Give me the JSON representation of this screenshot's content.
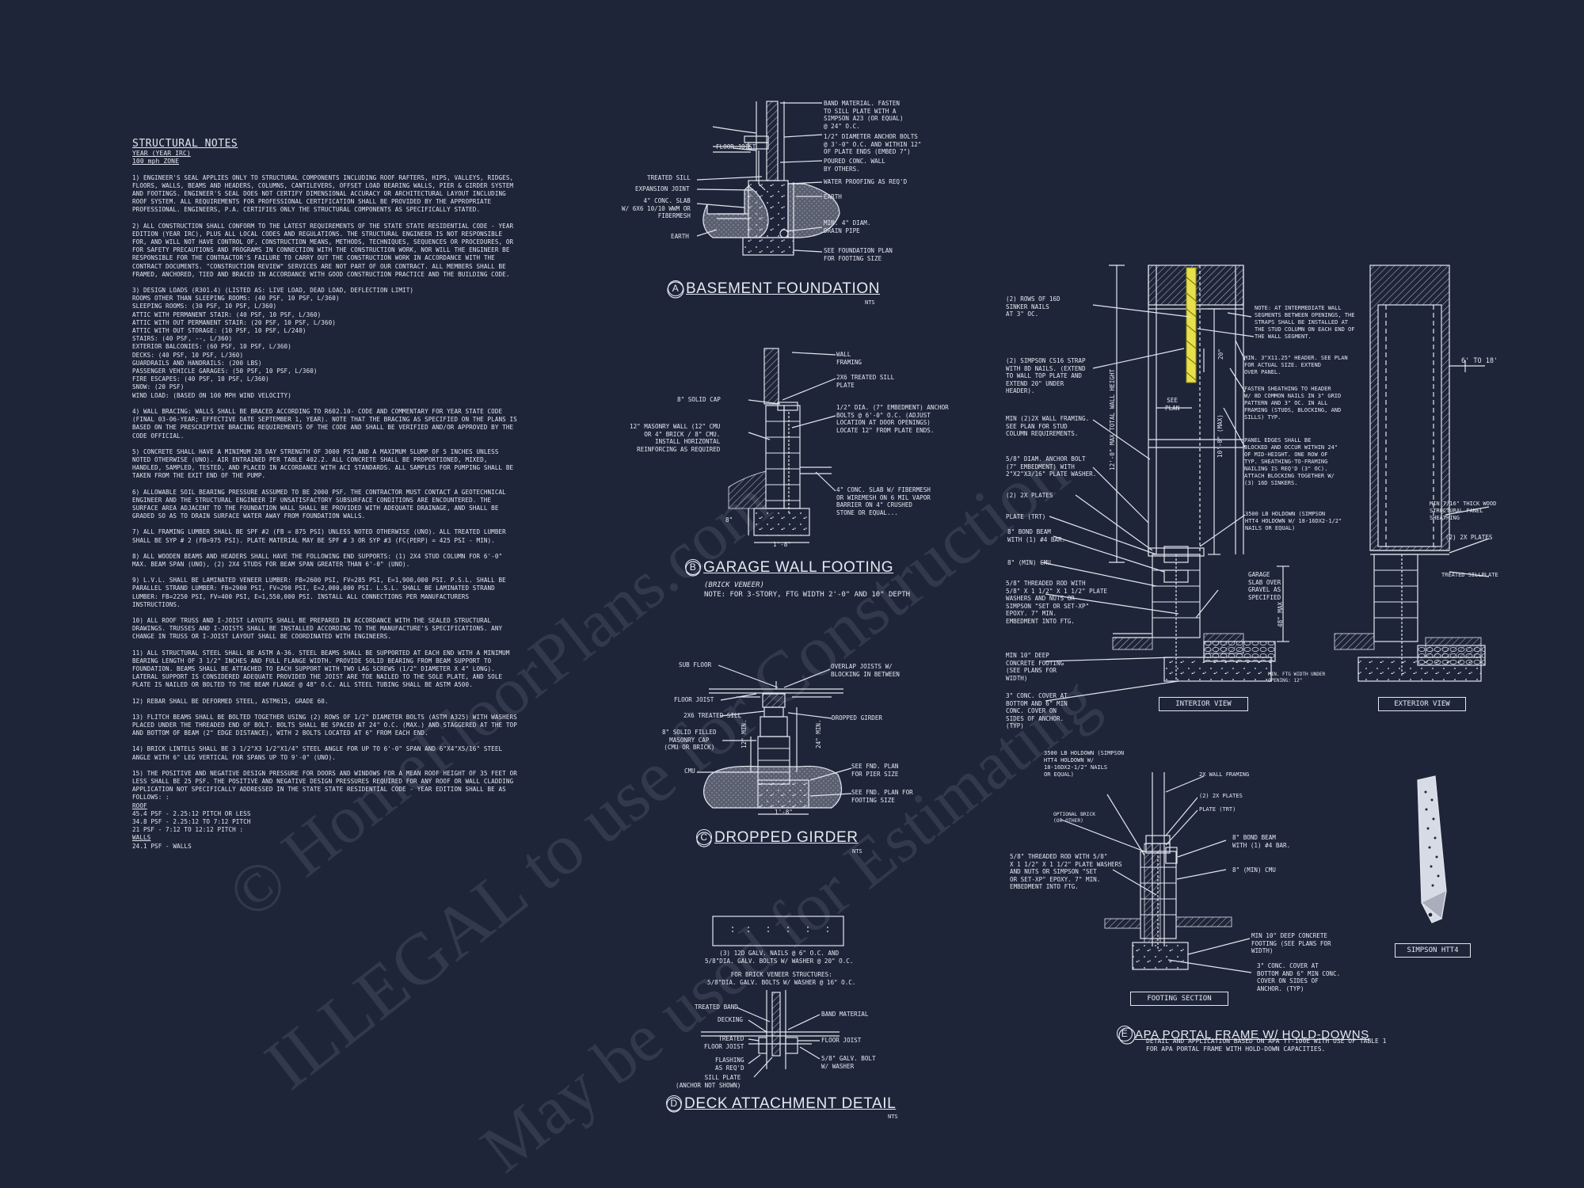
{
  "notes": {
    "title": "STRUCTURAL NOTES",
    "year": "YEAR (YEAR IRC)",
    "zone": "100 mph ZONE",
    "paragraphs": [
      "1) ENGINEER'S SEAL APPLIES ONLY TO STRUCTURAL COMPONENTS INCLUDING ROOF RAFTERS, HIPS, VALLEYS, RIDGES, FLOORS, WALLS, BEAMS AND HEADERS, COLUMNS, CANTILEVERS, OFFSET LOAD BEARING WALLS, PIER & GIRDER SYSTEM AND FOOTINGS. ENGINEER'S SEAL DOES NOT CERTIFY DIMENSIONAL ACCURACY OR ARCHITECTURAL LAYOUT INCLUDING ROOF SYSTEM. ALL REQUIREMENTS FOR PROFESSIONAL CERTIFICATION SHALL BE PROVIDED BY THE APPROPRIATE PROFESSIONAL. ENGINEERS, P.A. CERTIFIES ONLY THE STRUCTURAL COMPONENTS AS SPECIFICALLY STATED.",
      "2) ALL CONSTRUCTION SHALL CONFORM TO THE LATEST REQUIREMENTS OF THE STATE STATE RESIDENTIAL CODE - YEAR EDITION (YEAR IRC), PLUS ALL LOCAL CODES AND REGULATIONS. THE STRUCTURAL ENGINEER IS NOT RESPONSIBLE FOR, AND WILL NOT HAVE CONTROL OF, CONSTRUCTION MEANS, METHODS, TECHNIQUES, SEQUENCES OR PROCEDURES, OR FOR SAFETY PRECAUTIONS AND PROGRAMS IN CONNECTION WITH THE CONSTRUCTION WORK, NOR WILL THE ENGINEER BE RESPONSIBLE FOR THE CONTRACTOR'S FAILURE TO CARRY OUT THE CONSTRUCTION WORK IN ACCORDANCE WITH THE CONTRACT DOCUMENTS. \"CONSTRUCTION REVIEW\" SERVICES ARE NOT PART OF OUR CONTRACT. ALL MEMBERS SHALL BE FRAMED, ANCHORED, TIED AND BRACED IN ACCORDANCE WITH GOOD CONSTRUCTION PRACTICE AND THE BUILDING CODE."
    ],
    "loads_title": "3) DESIGN LOADS (R301.4) (LISTED AS: LIVE LOAD, DEAD LOAD, DEFLECTION LIMIT)",
    "loads": [
      "ROOMS OTHER THAN SLEEPING ROOMS: (40 PSF, 10 PSF, L/360)",
      "SLEEPING ROOMS: (30 PSF, 10 PSF, L/360)",
      "ATTIC WITH PERMANENT STAIR: (40 PSF, 10 PSF, L/360)",
      "ATTIC WITH OUT PERMANENT STAIR: (20 PSF, 10 PSF, L/360)",
      "ATTIC WITH OUT STORAGE: (10 PSF, 10 PSF, L/240)",
      "STAIRS: (40 PSF, --, L/360)",
      "EXTERIOR BALCONIES: (60 PSF, 10 PSF, L/360)",
      "DECKS: (40 PSF, 10 PSF, L/360)",
      "GUARDRAILS AND HANDRAILS: (200 LBS)",
      "PASSENGER VEHICLE GARAGES: (50 PSF, 10 PSF, L/360)",
      "FIRE ESCAPES: (40 PSF, 10 PSF, L/360)",
      "SNOW: (20 PSF)",
      "WIND LOAD: (BASED ON 100 MPH WIND VELOCITY)"
    ],
    "paragraphs2": [
      "4) WALL BRACING: WALLS SHALL BE BRACED ACCORDING TO R602.10- CODE AND COMMENTARY FOR YEAR STATE CODE (FINAL 03-06-YEAR; EFFECTIVE DATE SEPTEMBER 1, YEAR). NOTE THAT THE BRACING AS SPECIFIED ON THE PLANS IS BASED ON THE PRESCRIPTIVE BRACING REQUIREMENTS OF THE CODE AND SHALL BE VERIFIED AND/OR APPROVED BY THE CODE OFFICIAL.",
      "5) CONCRETE SHALL HAVE A MINIMUM 28 DAY STRENGTH OF 3000 PSI AND A MAXIMUM SLUMP OF 5 INCHES UNLESS NOTED OTHERWISE (UNO). AIR ENTRAINED PER TABLE 402.2. ALL CONCRETE SHALL BE PROPORTIONED, MIXED, HANDLED, SAMPLED, TESTED, AND PLACED IN ACCORDANCE WITH ACI STANDARDS. ALL SAMPLES FOR PUMPING SHALL BE TAKEN FROM THE EXIT END OF THE PUMP.",
      "6) ALLOWABLE SOIL BEARING PRESSURE ASSUMED TO BE 2000 PSF. THE CONTRACTOR MUST CONTACT A GEOTECHNICAL ENGINEER AND THE STRUCTURAL ENGINEER IF UNSATISFACTORY SUBSURFACE CONDITIONS ARE ENCOUNTERED. THE SURFACE AREA ADJACENT TO THE FOUNDATION WALL SHALL BE PROVIDED WITH ADEQUATE DRAINAGE, AND SHALL BE GRADED SO AS TO DRAIN SURFACE WATER AWAY FROM FOUNDATION WALLS.",
      "7) ALL FRAMING LUMBER SHALL BE SPF #2 (Fb = 875 PSI) UNLESS NOTED OTHERWISE (UNO). ALL TREATED LUMBER SHALL BE SYP # 2 (Fb=975 PSI). PLATE MATERIAL MAY BE SPF # 3 OR SYP #3 (Fc(perp) = 425 PSI - MIN).",
      "8) ALL WOODEN BEAMS AND HEADERS SHALL HAVE THE FOLLOWING END SUPPORTS: (1) 2x4 STUD COLUMN FOR 6'-0\" MAX. BEAM SPAN (UNO), (2) 2X4 STUDS FOR BEAM SPAN GREATER THAN 6'-0\" (UNO).",
      "9) L.V.L. SHALL BE LAMINATED VENEER LUMBER: Fb=2600 PSI, Fv=285 PSI, E=1,900,000 PSI. P.S.L. SHALL BE PARALLEL STRAND LUMBER: Fb=2900 PSI, Fv=290 PSI, E=2,000,000 PSI. L.S.L. SHALL BE LAMINATED STRAND LUMBER: Fb=2250 PSI, Fv=400 PSI, E=1,550,000 PSI. INSTALL ALL CONNECTIONS PER MANUFACTURERS INSTRUCTIONS.",
      "10) ALL ROOF TRUSS AND I-JOIST LAYOUTS SHALL BE PREPARED IN ACCORDANCE WITH THE SEALED STRUCTURAL DRAWINGS. TRUSSES AND I-JOISTS SHALL BE INSTALLED ACCORDING TO THE MANUFACTURE'S SPECIFICATIONS. ANY CHANGE IN TRUSS OR I-JOIST LAYOUT SHALL BE COORDINATED WITH ENGINEERS.",
      "11) ALL STRUCTURAL STEEL SHALL BE ASTM A-36. STEEL BEAMS SHALL BE SUPPORTED AT EACH END WITH A MINIMUM BEARING LENGTH OF 3 1/2\" INCHES AND FULL FLANGE WIDTH. PROVIDE SOLID BEARING FROM BEAM SUPPORT TO FOUNDATION. BEAMS SHALL BE ATTACHED TO EACH SUPPORT WITH TWO LAG SCREWS (1/2\" DIAMETER x 4\" LONG). LATERAL SUPPORT IS CONSIDERED ADEQUATE PROVIDED THE JOIST ARE TOE NAILED TO THE SOLE PLATE, AND SOLE PLATE IS NAILED OR BOLTED TO THE BEAM FLANGE @ 48\" O.C. ALL STEEL TUBING SHALL BE ASTM A500.",
      "12) REBAR SHALL BE DEFORMED STEEL, ASTM615, GRADE 60.",
      "13) FLITCH BEAMS SHALL BE BOLTED TOGETHER USING (2) ROWS OF 1/2\" DIAMETER BOLTS (ASTM A325) WITH WASHERS PLACED UNDER THE THREADED END OF BOLT. BOLTS SHALL BE SPACED AT 24\" O.C. (MAX.) AND STAGGERED AT THE TOP AND BOTTOM OF BEAM (2\" EDGE DISTANCE), WITH 2 BOLTS LOCATED AT 6\" FROM EACH END.",
      "14) BRICK LINTELS SHALL BE 3 1/2\"x3 1/2\"x1/4\" STEEL ANGLE FOR UP TO 6'-0\" SPAN AND 6\"x4\"x5/16\" STEEL ANGLE WITH 6\" LEG VERTICAL FOR SPANS UP TO 9'-0\" (UNO).",
      "15) THE POSITIVE AND NEGATIVE DESIGN PRESSURE FOR DOORS AND WINDOWS FOR A MEAN ROOF HEIGHT OF 35 FEET OR LESS SHALL BE 25 PSF. THE POSITIVE AND NEGATIVE DESIGN PRESSURES REQUIRED FOR ANY ROOF OR WALL CLADDING APPLICATION NOT SPECIFICALLY ADDRESSED IN THE STATE STATE RESIDENTIAL CODE - YEAR EDITION SHALL BE AS FOLLOWS: :"
    ],
    "roof_head": "ROOF",
    "roof": [
      "45.4 PSF - 2.25:12 PITCH OR LESS",
      "34.8 PSF - 2.25:12 TO 7:12 PITCH",
      "21 PSF - 7:12 TO 12:12 PITCH :"
    ],
    "walls_head": "WALLS",
    "walls": [
      "24.1 PSF - WALLS"
    ]
  },
  "detail_a": {
    "letter": "A",
    "title": "BASEMENT FOUNDATION",
    "nts": "NTS",
    "labels": {
      "floor_joist": "FLOOR JOIST",
      "treated_sill": "TREATED SILL",
      "expansion_joint": "EXPANSION JOINT",
      "slab": "4\" CONC. SLAB\nw/ 6x6 10/10 WWM OR\nFIBERMESH",
      "earth_left": "EARTH",
      "band": "BAND MATERIAL. FASTEN\nTO SILL PLATE WITH A\nSIMPSON A23 (OR EQUAL)\n@ 24\" O.C.",
      "anchor": "1/2\" DIAMETER ANCHOR BOLTS\n@ 3'-0\" O.C. AND WITHIN 12\"\nOF PLATE ENDS (EMBED 7\")",
      "poured_wall": "POURED CONC. WALL\nBY OTHERS.",
      "waterproof": "WATER PROOFING AS REQ'D",
      "earth_right": "EARTH",
      "drain": "MIN. 4\" DIAM.\nDRAIN PIPE",
      "see_plan": "SEE FOUNDATION PLAN\nFOR FOOTING SIZE"
    }
  },
  "detail_b": {
    "letter": "B",
    "title": "GARAGE WALL FOOTING",
    "subtitle": "(BRICK VENEER)",
    "note": "NOTE: FOR 3-STORY, FTG WIDTH 2'-0\" AND 10\" DEPTH",
    "labels": {
      "wall_framing": "WALL\nFRAMING",
      "treated_sill": "2x6 TREATED SILL\nPLATE",
      "solid_cap": "8\" SOLID CAP",
      "masonry": "12\" MASONRY WALL (12\" CMU\nOR 4\" BRICK / 8\" CMU.\nINSTALL HORIZONTAL\nREINFORCING AS REQUIRED",
      "anchor": "1/2\" DIA. (7\" EMBEDMENT) ANCHOR\nBOLTS @ 6'-0\" O.C. (ADJUST\nLOCATION AT DOOR OPENINGS)\nLOCATE 12\" FROM PLATE ENDS.",
      "slab": "4\" CONC. SLAB w/ FIBERMESH\nOR WIREMESH ON 6 MIL VAPOR\nBARRIER ON 4\" CRUSHED\nSTONE OR EQUAL...",
      "depth": "8\"",
      "width": "1'-8\""
    }
  },
  "detail_c": {
    "letter": "C",
    "title": "DROPPED GIRDER",
    "nts": "NTS",
    "labels": {
      "sub_floor": "SUB FLOOR",
      "overlap": "OVERLAP JOISTS W/\nBLOCKING IN BETWEEN",
      "floor_joist": "FLOOR JOIST",
      "treated_sill": "2x6 TREATED SILL",
      "dropped_girder": "DROPPED GIRDER",
      "solid_cap": "8\" SOLID FILLED\nMASONRY CAP\n(CMU OR BRICK)",
      "dim12": "12\" MIN.",
      "dim24": "24\" MIN.",
      "cmu": "CMU",
      "pier": "SEE FND. PLAN\nFOR PIER SIZE",
      "footing": "SEE FND. PLAN FOR\nFOOTING SIZE",
      "width": "1'-8\""
    }
  },
  "detail_d": {
    "letter": "D",
    "title": "DECK ATTACHMENT DETAIL",
    "nts": "NTS",
    "labels": {
      "nails": "(3) 12d GALV. NAILS @ 6\" O.C. AND\n5/8\"dia. GALV. BOLTS W/ WASHER @ 20\" O.C.",
      "brick": "FOR BRICK VENEER STRUCTURES:\n5/8\"dia. GALV. BOLTS W/ WASHER @ 16\" O.C.",
      "treated_band": "TREATED BAND",
      "decking": "DECKING",
      "treated_joist": "TREATED\nFLOOR JOIST",
      "flashing": "FLASHING\nAS REQ'D",
      "sill_plate": "SILL PLATE\n(ANCHOR NOT SHOWN)",
      "band_material": "BAND MATERIAL",
      "floor_joist": "FLOOR JOIST",
      "bolt": "5/8\" GALV. BOLT\nW/ WASHER"
    }
  },
  "detail_e": {
    "letter": "E",
    "title": "APA PORTAL FRAME W/ HOLD-DOWNS",
    "desc": "DETAIL AND APPLICATION BASED ON APA TT-100E WITH USE OF TABLE 1\nFOR APA PORTAL FRAME WITH HOLD-DOWN CAPACITIES.",
    "interior_view": "INTERIOR VIEW",
    "exterior_view": "EXTERIOR VIEW",
    "footing_section": "FOOTING SECTION",
    "simpson": "SIMPSON HTT4",
    "labels": {
      "rows_nails": "(2) ROWS OF 16d\nSINKER NAILS\nAT 3\" OC.",
      "strap": "(2) SIMPSON CS16 STRAP\nWITH 8d NAILS. (EXTEND\nTO WALL TOP PLATE AND\nEXTEND 20\" UNDER\nHEADER).",
      "framing": "MIN (2)2X WALL FRAMING.\nSEE PLAN FOR STUD\nCOLUMN REQUIREMENTS.",
      "anchor": "5/8\" DIAM. ANCHOR BOLT\n(7\" EMBEDMENT) WITH\n2\"x2\"x3/16\" PLATE WASHER.",
      "plates": "(2) 2x PLATES",
      "plate_trt": "PLATE (TRT)",
      "bond_beam": "8\" BOND BEAM\nWITH (1) #4 BAR.",
      "cmu": "8\" (MIN) CMU",
      "rod": "5/8\" THREADED ROD WITH\n5/8\" x 1 1/2\" x 1 1/2\" PLATE\nWASHERS AND NUTS OR\nSIMPSON \"SET OR SET-XP\"\nEPOXY. 7\" MIN.\nEMBEDMENT INTO FTG.",
      "footing": "MIN 10\" DEEP\nCONCRETE FOOTING\n(SEE PLANS FOR\nWIDTH)",
      "cover": "3\" CONC. COVER AT\nBOTTOM AND 6\" MIN\nCONC. COVER ON\nSIDES OF ANCHOR.\n(TYP)",
      "note_wall": "NOTE: AT INTERMEDIATE WALL\nSEGMENTS BETWEEN OPENINGS, THE\nSTRAPS SHALL BE INSTALLED AT\nTHE STUD COLUMN ON EACH END OF\nTHE WALL SEGMENT.",
      "header": "MIN. 3\"x11.25\" HEADER. SEE PLAN\nFOR ACTUAL SIZE. EXTEND\nOVER PANEL.",
      "sheathing": "FASTEN SHEATHING TO HEADER\nW/ 8d COMMON NAILS IN 3\" GRID\nPATTERN AND 3\" OC. IN ALL\nFRAMING (STUDS, BLOCKING, AND\nSILLS) TYP.",
      "panel_edges": "PANEL EDGES SHALL BE\nBLOCKED AND OCCUR WITHIN 24\"\nOF MID-HEIGHT. ONE ROW OF\nTYP. SHEATHING-TO-FRAMING\nNAILING IS REQ'D (3\" OC).\nATTACH BLOCKING TOGETHER W/\n(3) 16d SINKERS.",
      "holdown": "3500 LB HOLDOWN (SIMPSON\nHTT4 HOLDOWN W/ 18-16dx2-1/2\"\nNAILS OR EQUAL)",
      "garage_slab": "GARAGE\nSLAB OVER\nGRAVEL AS\nSPECIFIED",
      "min_ftg": "MIN. FTG WIDTH UNDER\nOPENING: 12\"",
      "dim_20": "20\"",
      "see_plan": "SEE\nPLAN",
      "max_height": "12'-0\" MAX TOTAL WALL HEIGHT",
      "max_10": "10'-0\" (MAX)",
      "max_48": "48\" MAX",
      "range": "6' TO 18'",
      "osb": "MIN 7/16\" THICK WOOD\nSTRUCTURAL PANEL\nSHEATHING",
      "ext_plates": "(2) 2x PLATES",
      "ext_sill": "TREATED SILLPLATE",
      "fs_holdown": "3500 LB HOLDOWN (SIMPSON\nHTT4 HOLDOWN W/\n18-16dx2-1/2\" NAILS\nOR EQUAL)",
      "fs_brick": "OPTIONAL BRICK\n(OR OTHER)",
      "fs_framing": "2X WALL FRAMING",
      "fs_plates": "(2) 2x PLATES",
      "fs_plate": "PLATE (TRT)",
      "fs_bond": "8\" BOND BEAM\nWITH (1) #4 BAR.",
      "fs_cmu": "8\" (MIN) CMU",
      "fs_rod": "5/8\" THREADED ROD WITH 5/8\"\nx 1 1/2\" x 1 1/2\" PLATE WASHERS\nAND NUTS OR SIMPSON \"SET\nOR SET-XP\" EPOXY. 7\" MIN.\nEMBEDMENT INTO FTG.",
      "fs_footing": "MIN 10\" DEEP CONCRETE\nFOOTING (SEE PLANS FOR\nWIDTH)",
      "fs_cover": "3\" CONC. COVER AT\nBOTTOM AND 6\" MIN CONC.\nCOVER ON SIDES OF\nANCHOR. (TYP)"
    }
  },
  "watermark": {
    "line1": "ILLEGAL to use for Construction",
    "line2": "© HomeFloorPlans.com",
    "line3": "May be used for Estimating"
  },
  "colors": {
    "background": "#1f2539",
    "ink": "#e3e6ee",
    "strap_highlight": "#e8e04a"
  }
}
